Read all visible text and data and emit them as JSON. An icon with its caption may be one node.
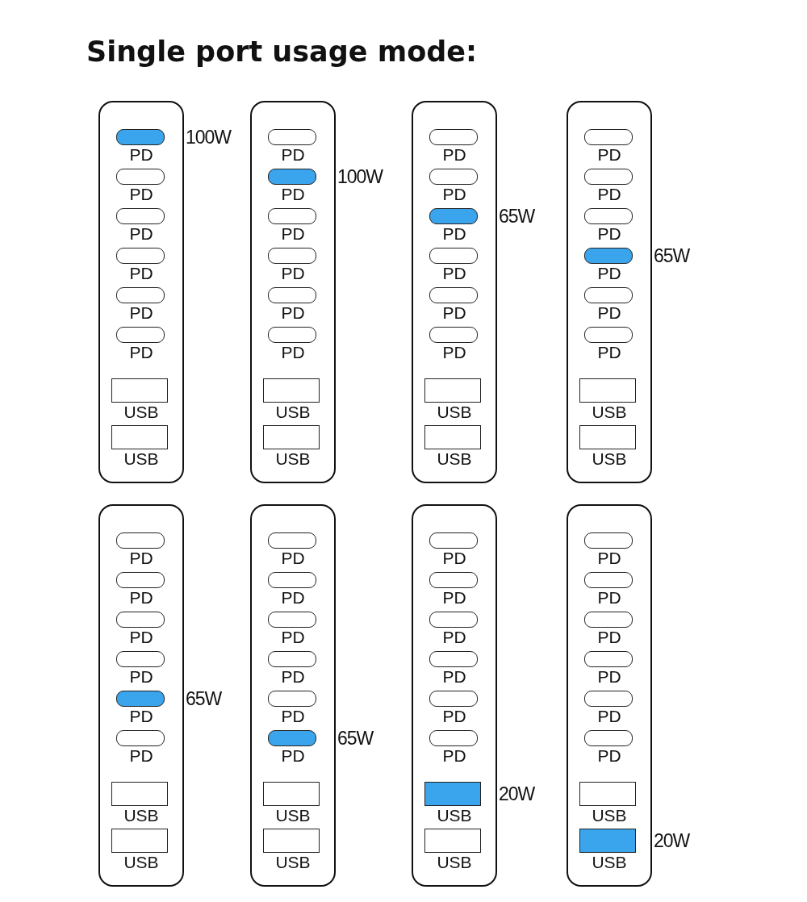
{
  "diagram": {
    "title": "Single port usage mode:",
    "nodes": [
      {
        "text": [],
        "shape": "box"
      },
      {
        "text": [
          "PD"
        ],
        "in": 0,
        "beside": [
          "100W"
        ]
      },
      {
        "text": [
          "PD"
        ],
        "in": 0
      },
      {
        "text": [
          "PD"
        ],
        "in": 0
      },
      {
        "text": [
          "PD"
        ],
        "in": 0
      },
      {
        "text": [
          "PD"
        ],
        "in": 0
      },
      {
        "text": [
          "PD"
        ],
        "in": 0
      },
      {
        "text": [
          "USB"
        ],
        "in": 0
      },
      {
        "text": [
          "USB"
        ],
        "in": 0
      },
      {
        "text": [],
        "shape": "box"
      },
      {
        "text": [
          "PD"
        ],
        "in": 9
      },
      {
        "text": [
          "PD"
        ],
        "in": 9,
        "beside": [
          "100W"
        ]
      },
      {
        "text": [
          "PD"
        ],
        "in": 9
      },
      {
        "text": [
          "PD"
        ],
        "in": 9
      },
      {
        "text": [
          "PD"
        ],
        "in": 9
      },
      {
        "text": [
          "PD"
        ],
        "in": 9
      },
      {
        "text": [
          "USB"
        ],
        "in": 9
      },
      {
        "text": [
          "USB"
        ],
        "in": 9
      },
      {
        "text": [],
        "shape": "box"
      },
      {
        "text": [
          "PD"
        ],
        "in": 18
      },
      {
        "text": [
          "PD"
        ],
        "in": 18
      },
      {
        "text": [
          "PD"
        ],
        "in": 18,
        "beside": [
          "65W"
        ]
      },
      {
        "text": [
          "PD"
        ],
        "in": 18
      },
      {
        "text": [
          "PD"
        ],
        "in": 18
      },
      {
        "text": [
          "PD"
        ],
        "in": 18
      },
      {
        "text": [
          "USB"
        ],
        "in": 18
      },
      {
        "text": [
          "USB"
        ],
        "in": 18
      },
      {
        "text": [],
        "shape": "box"
      },
      {
        "text": [
          "PD"
        ],
        "in": 27
      },
      {
        "text": [
          "PD"
        ],
        "in": 27
      },
      {
        "text": [
          "PD"
        ],
        "in": 27
      },
      {
        "text": [
          "PD"
        ],
        "in": 27,
        "beside": [
          "65W"
        ]
      },
      {
        "text": [
          "PD"
        ],
        "in": 27
      },
      {
        "text": [
          "PD"
        ],
        "in": 27
      },
      {
        "text": [
          "USB"
        ],
        "in": 27
      },
      {
        "text": [
          "USB"
        ],
        "in": 27
      },
      {
        "text": [],
        "shape": "box"
      },
      {
        "text": [
          "PD"
        ],
        "in": 36
      },
      {
        "text": [
          "PD"
        ],
        "in": 36
      },
      {
        "text": [
          "PD"
        ],
        "in": 36
      },
      {
        "text": [
          "PD"
        ],
        "in": 36
      },
      {
        "text": [
          "PD"
        ],
        "in": 36,
        "beside": [
          "65W"
        ]
      },
      {
        "text": [
          "PD"
        ],
        "in": 36
      },
      {
        "text": [
          "USB"
        ],
        "in": 36
      },
      {
        "text": [
          "USB"
        ],
        "in": 36
      },
      {
        "text": [],
        "shape": "box"
      },
      {
        "text": [
          "PD"
        ],
        "in": 45
      },
      {
        "text": [
          "PD"
        ],
        "in": 45
      },
      {
        "text": [
          "PD"
        ],
        "in": 45
      },
      {
        "text": [
          "PD"
        ],
        "in": 45
      },
      {
        "text": [
          "PD"
        ],
        "in": 45
      },
      {
        "text": [
          "PD"
        ],
        "in": 45,
        "beside": [
          "65W"
        ]
      },
      {
        "text": [
          "USB"
        ],
        "in": 45
      },
      {
        "text": [
          "USB"
        ],
        "in": 45
      },
      {
        "text": [],
        "shape": "box"
      },
      {
        "text": [
          "PD"
        ],
        "in": 54
      },
      {
        "text": [
          "PD"
        ],
        "in": 54
      },
      {
        "text": [
          "PD"
        ],
        "in": 54
      },
      {
        "text": [
          "PD"
        ],
        "in": 54
      },
      {
        "text": [
          "PD"
        ],
        "in": 54
      },
      {
        "text": [
          "PD"
        ],
        "in": 54
      },
      {
        "text": [
          "USB"
        ],
        "in": 54,
        "beside": [
          "20W"
        ]
      },
      {
        "text": [
          "USB"
        ],
        "in": 54
      },
      {
        "text": [],
        "shape": "box"
      },
      {
        "text": [
          "PD"
        ],
        "in": 63
      },
      {
        "text": [
          "PD"
        ],
        "in": 63
      },
      {
        "text": [
          "PD"
        ],
        "in": 63
      },
      {
        "text": [
          "PD"
        ],
        "in": 63
      },
      {
        "text": [
          "PD"
        ],
        "in": 63
      },
      {
        "text": [
          "PD"
        ],
        "in": 63
      },
      {
        "text": [
          "USB"
        ],
        "in": 63
      },
      {
        "text": [
          "USB"
        ],
        "in": 63,
        "beside": [
          "20W"
        ]
      }
    ]
  }
}
